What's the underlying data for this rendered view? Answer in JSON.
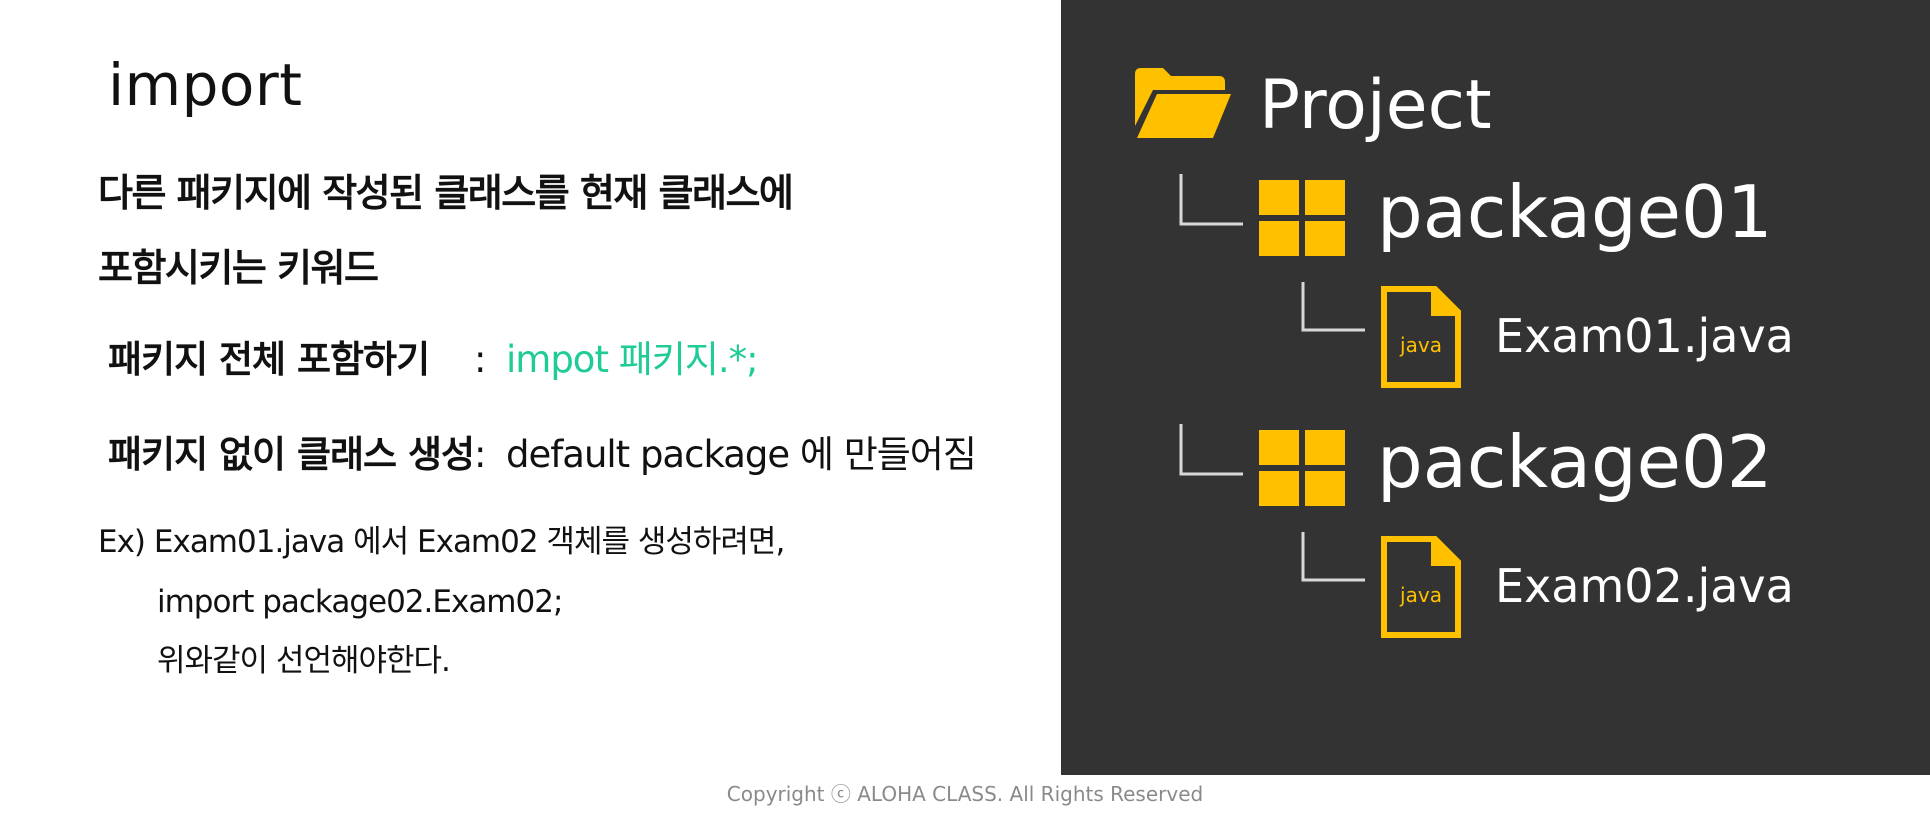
{
  "slide": {
    "title": "import",
    "description_line1": "다른 패키지에 작성된 클래스를 현재 클래스에",
    "description_line2": "포함시키는 키워드",
    "rules": [
      {
        "label": "패키지 전체 포함하기",
        "colon": ":",
        "value": "impot 패키지.*;"
      },
      {
        "label": "패키지 없이 클래스 생성",
        "colon": ":",
        "value": "default package 에 만들어짐"
      }
    ],
    "example": {
      "line1": "Ex) Exam01.java 에서 Exam02 객체를 생성하려면,",
      "line2": "import package02.Exam02;",
      "line3": "위와같이 선언해야한다."
    },
    "colors": {
      "accent_green": "#1fcb96",
      "panel_bg": "#333333",
      "icon_yellow": "#ffc000"
    }
  },
  "tree": {
    "project": {
      "label": "Project",
      "icon": "folder-icon"
    },
    "packages": [
      {
        "label": "package01",
        "icon": "package-grid-icon",
        "file": {
          "label": "Exam01.java",
          "icon": "java-file-icon",
          "badge": "java"
        }
      },
      {
        "label": "package02",
        "icon": "package-grid-icon",
        "file": {
          "label": "Exam02.java",
          "icon": "java-file-icon",
          "badge": "java"
        }
      }
    ]
  },
  "footer": {
    "copyright": "Copyright ⓒ ALOHA CLASS. All Rights Reserved"
  }
}
